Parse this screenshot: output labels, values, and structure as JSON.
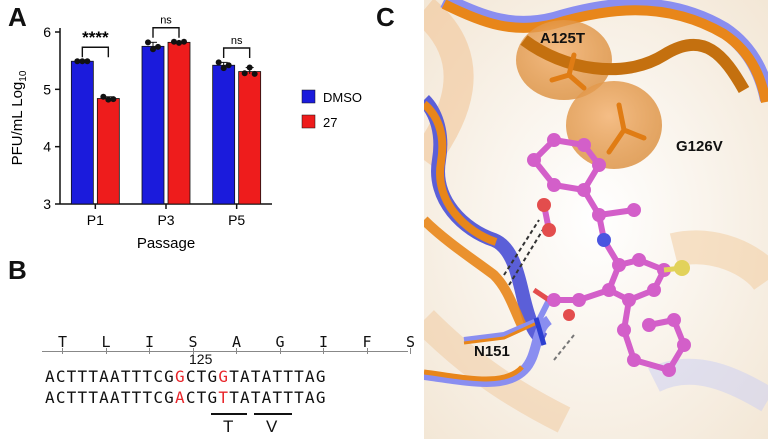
{
  "panels": {
    "a": "A",
    "b": "B",
    "c": "C"
  },
  "chart_data": {
    "type": "bar",
    "categories": [
      "P1",
      "P3",
      "P5"
    ],
    "xlabel": "Passage",
    "ylabel": "PFU/mL Log",
    "ylabel_sub": "10",
    "ylim": [
      3,
      6
    ],
    "yticks": [
      "3",
      "4",
      "5",
      "6"
    ],
    "series": [
      {
        "name": "DMSO",
        "color": "#1b1bdc",
        "values": [
          5.49,
          5.75,
          5.42
        ],
        "points": [
          [
            5.49,
            5.49,
            5.49
          ],
          [
            5.82,
            5.7,
            5.74
          ],
          [
            5.47,
            5.37,
            5.42
          ]
        ]
      },
      {
        "name": "27",
        "color": "#ee1c1c",
        "values": [
          4.84,
          5.82,
          5.31
        ],
        "points": [
          [
            4.87,
            4.82,
            4.83
          ],
          [
            5.83,
            5.81,
            5.83
          ],
          [
            5.28,
            5.38,
            5.27
          ]
        ]
      }
    ],
    "significance": [
      "****",
      "ns",
      "ns"
    ],
    "legend": "right"
  },
  "alignment": {
    "amino_acids": [
      "T",
      "L",
      "I",
      "S",
      "A",
      "G",
      "I",
      "F",
      "S"
    ],
    "position_label": "125",
    "wt_seq": [
      {
        "t": "ACTTTAATTTCG",
        "m": false
      },
      {
        "t": "G",
        "m": true
      },
      {
        "t": "CTG",
        "m": false
      },
      {
        "t": "G",
        "m": true
      },
      {
        "t": "TATATTTAG",
        "m": false
      }
    ],
    "mut_seq": [
      {
        "t": "ACTTTAATTTCG",
        "m": false
      },
      {
        "t": "A",
        "m": true
      },
      {
        "t": "CTG",
        "m": false
      },
      {
        "t": "T",
        "m": true
      },
      {
        "t": "TATATTTAG",
        "m": false
      }
    ],
    "substitutions": [
      "T",
      "V"
    ]
  },
  "structure": {
    "labels": {
      "a125t": "A125T",
      "g126v": "G126V",
      "n151": "N151"
    },
    "colors": {
      "orange": "#e8861a",
      "blue": "#8a8ef0",
      "ligand": "#d35fc9"
    }
  }
}
